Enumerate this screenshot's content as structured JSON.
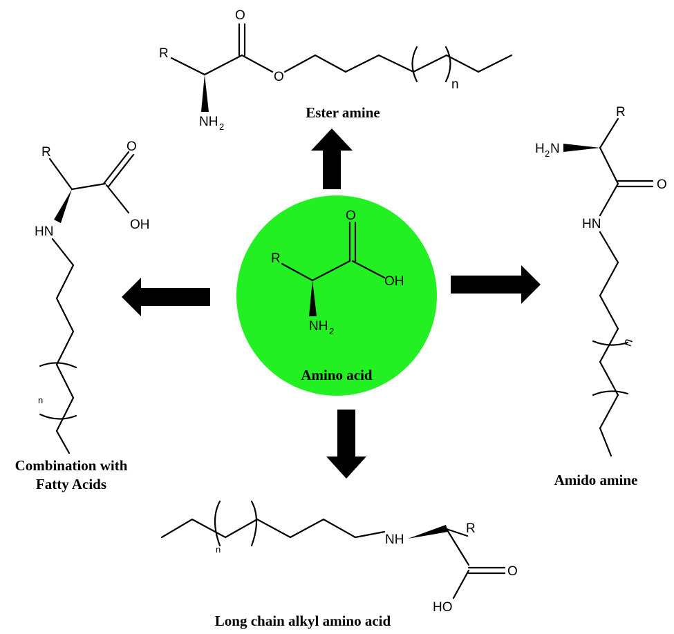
{
  "diagram": {
    "center_label": "Amino acid",
    "center_color": "#22f022",
    "captions": {
      "top": "Ester amine",
      "right": "Amido amine",
      "bottom": "Long chain alkyl amino acid",
      "left_line1": "Combination with",
      "left_line2": "Fatty Acids"
    },
    "atoms": {
      "R": "R",
      "O": "O",
      "OH": "OH",
      "HO": "HO",
      "NH2_base": "NH",
      "H2N": "H",
      "H2N_rest": "N",
      "HN": "HN",
      "NH": "NH",
      "sub2": "2",
      "n": "n"
    }
  }
}
